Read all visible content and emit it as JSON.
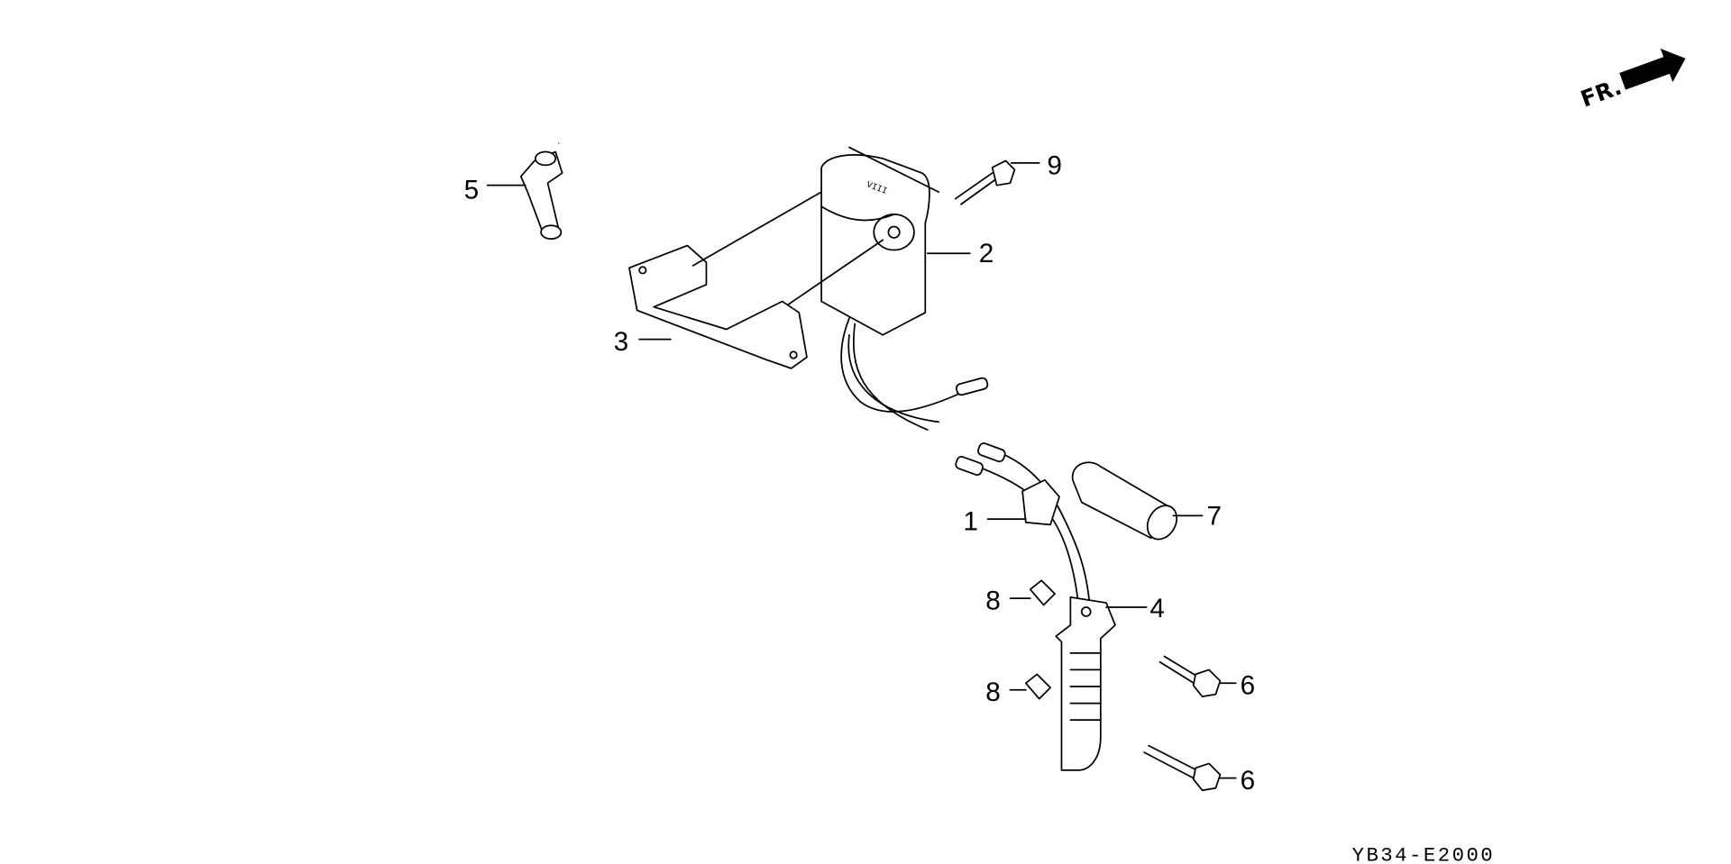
{
  "diagram": {
    "code": "YB34-E2000",
    "direction_label": "FR.",
    "callouts": [
      {
        "id": "5",
        "label": "5",
        "part": "spark-plug-cap"
      },
      {
        "id": "9",
        "label": "9",
        "part": "bolt"
      },
      {
        "id": "2",
        "label": "2",
        "part": "ignition-coil"
      },
      {
        "id": "3",
        "label": "3",
        "part": "coil-bracket"
      },
      {
        "id": "1",
        "label": "1",
        "part": "connector-grommet"
      },
      {
        "id": "7",
        "label": "7",
        "part": "protective-tube"
      },
      {
        "id": "8a",
        "label": "8",
        "part": "collar"
      },
      {
        "id": "4",
        "label": "4",
        "part": "pulser-coil"
      },
      {
        "id": "6a",
        "label": "6",
        "part": "flange-bolt"
      },
      {
        "id": "8b",
        "label": "8",
        "part": "collar"
      },
      {
        "id": "6b",
        "label": "6",
        "part": "flange-bolt"
      }
    ]
  }
}
